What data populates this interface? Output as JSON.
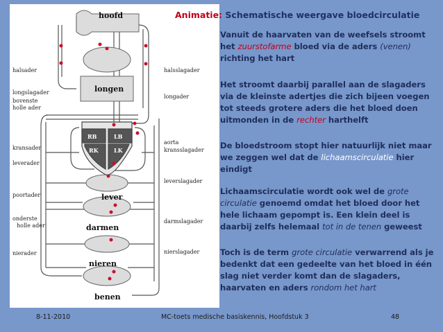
{
  "title": {
    "lead": "Animatie:",
    "rest": "Schematische weergave bloedcirculatie"
  },
  "diagram": {
    "organs": {
      "hoofd": "hoofd",
      "longen": "longen",
      "lever": "lever",
      "darmen": "darmen",
      "nieren": "nieren",
      "benen": "benen"
    },
    "chambers": {
      "rb": "RB",
      "lb": "LB",
      "rk": "RK",
      "lk": "LK"
    },
    "left_labels": {
      "halsader": "halsader",
      "longslagader": "longslagader",
      "bovenste": "bovenste",
      "holle_ader_1": "holle ader",
      "kransader": "kransader",
      "leverader": "leverader",
      "poortader": "poortader",
      "onderste": "onderste",
      "holle_ader_2": "holle ader",
      "nierader": "nierader"
    },
    "right_labels": {
      "halsslagader": "halsslagader",
      "longader": "longader",
      "aorta": "aorta",
      "kransslagader": "kransslagader",
      "leverslagader": "leverslagader",
      "darmslagader": "darmslagader",
      "nierslagader": "nierslagader"
    }
  },
  "paragraphs": {
    "p1": {
      "a": "Vanuit de haarvaten van de weefsels stroomt het ",
      "b": "zuurstofarme",
      "c": " bloed via de aders ",
      "d": "(venen)",
      "e": " richting het hart"
    },
    "p2": {
      "a": "Het stroomt daarbij parallel aan de slagaders via de kleinste adertjes die zich bijeen voegen tot steeds grotere aders die het bloed doen uitmonden in de ",
      "b": "rechter",
      "c": " harthelft"
    },
    "p3": {
      "a": "De bloedstroom stopt hier natuurlijk niet maar we zeggen wel dat de ",
      "b": "lichaamscirculatie",
      "c": " hier eindigt"
    },
    "p4": {
      "a": "Lichaamscirculatie wordt ook wel de ",
      "b": "grote circulatie",
      "c": " genoemd omdat het bloed door het hele lichaam gepompt is. Een klein deel is daarbij zelfs helemaal ",
      "d": "tot in de tenen",
      "e": " geweest"
    },
    "p5": {
      "a": "Toch is de term ",
      "b": "grote circulatie",
      "c": " verwarrend als je bedenkt dat een gedeelte van het bloed in één slag niet verder komt dan de slagaders, haarvaten en aders ",
      "d": "rondom het hart"
    }
  },
  "footer": {
    "date": "8-11-2010",
    "course": "MC-toets medische basiskennis, Hoofdstuk 3",
    "page": "48"
  },
  "colors": {
    "background": "#7897cb",
    "accent_red": "#c0001a",
    "text_dark": "#1e2e5a"
  }
}
